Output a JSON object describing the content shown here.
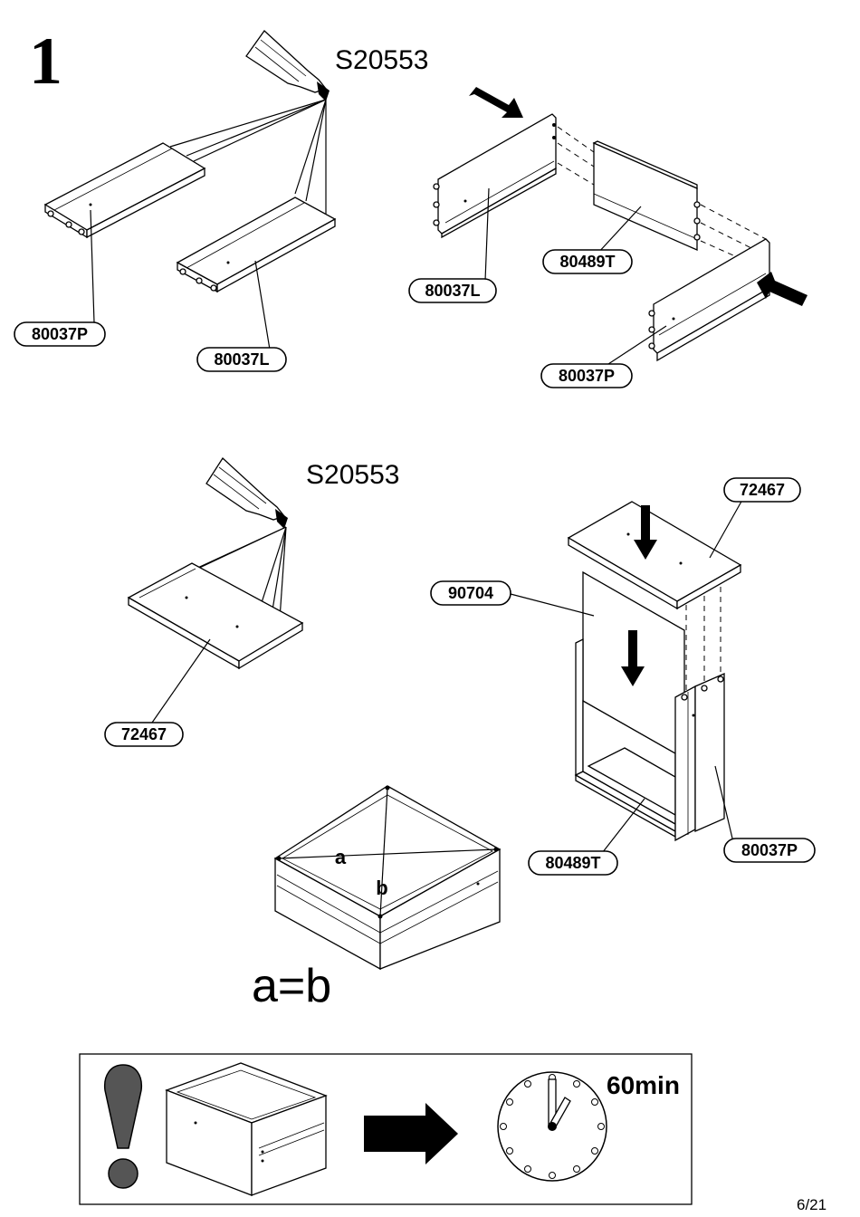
{
  "step": "1",
  "glue_code": "S20553",
  "result_caption": "a=b",
  "dim_a": "a",
  "dim_b": "b",
  "wait_time": "60min",
  "page_number": "6/21",
  "parts": {
    "p1_left": "80037P",
    "p1_right": "80037L",
    "p2_side_left": "80037L",
    "p2_back": "80489T",
    "p2_side_right": "80037P",
    "p3_board": "72467",
    "p4_top": "72467",
    "p4_panel": "90704",
    "p4_back": "80489T",
    "p4_side": "80037P"
  },
  "colors": {
    "ink": "#000000",
    "paper": "#ffffff"
  }
}
